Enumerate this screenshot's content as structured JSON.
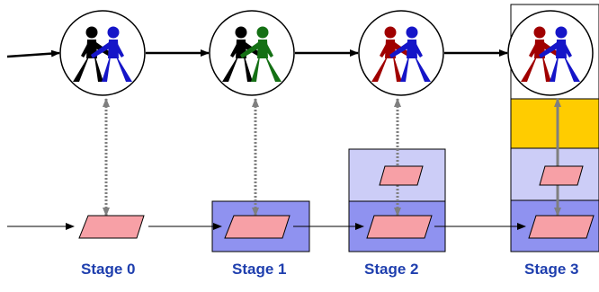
{
  "stages": [
    {
      "label": "Stage 0",
      "left_color": "#000000",
      "right_color": "#1515c8"
    },
    {
      "label": "Stage 1",
      "left_color": "#000000",
      "right_color": "#147014"
    },
    {
      "label": "Stage 2",
      "left_color": "#a00000",
      "right_color": "#1515c8"
    },
    {
      "label": "Stage 3",
      "left_color": "#a00000",
      "right_color": "#1515c8"
    }
  ],
  "colors": {
    "stage_label": "#1f3fae",
    "data_shape": "#f7a0a6",
    "blue_box": "#8f92f0",
    "light_box": "#cccdf7",
    "yellow_box": "#ffcc00",
    "arrow": "#000000",
    "link": "#7f7f7f"
  }
}
